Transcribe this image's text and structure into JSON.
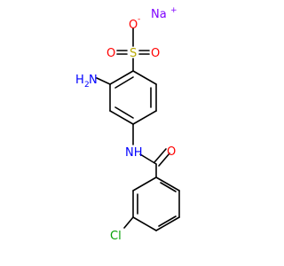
{
  "molecule": {
    "counter_ion": {
      "symbol": "Na",
      "charge": "+",
      "color": "#7f00ff"
    },
    "sulfonate": {
      "sulfur": "S",
      "oxygen_top": "O",
      "oxygen_top_charge": "-",
      "oxygen_left": "O",
      "oxygen_right": "O",
      "sulfur_color": "#b8a800",
      "oxygen_color": "#ff0000"
    },
    "amine": {
      "label": "H",
      "subscript": "2",
      "atom": "N",
      "color": "#0000ff"
    },
    "amide_nh": {
      "label": "NH",
      "color": "#0000ff"
    },
    "carbonyl_oxygen": {
      "label": "O",
      "color": "#ff0000"
    },
    "chloro": {
      "label": "Cl",
      "color": "#00a000"
    }
  }
}
